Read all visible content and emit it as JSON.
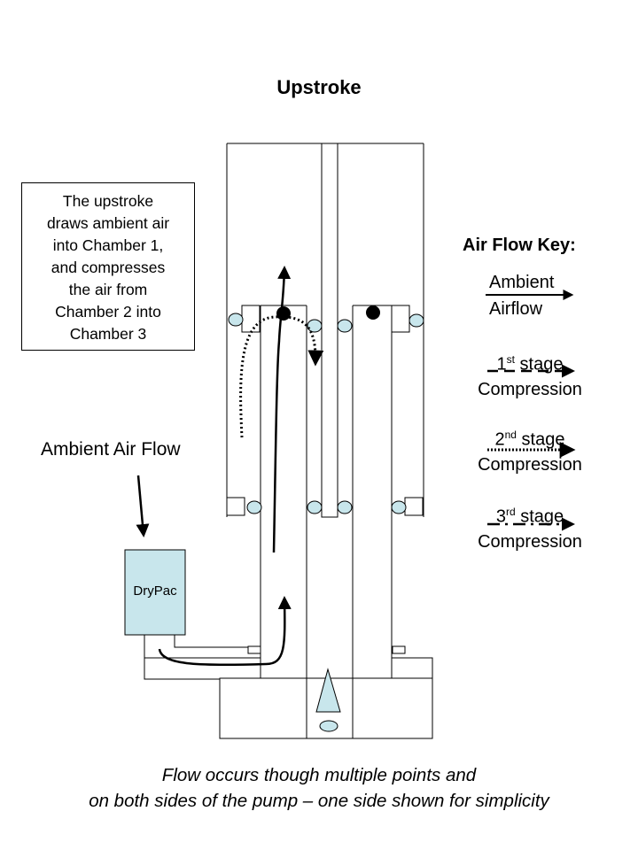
{
  "title": "Upstroke",
  "description": "The upstroke\ndraws ambient air\ninto Chamber 1,\nand compresses\nthe air from\nChamber 2 into\nChamber 3",
  "ambient_label": "Ambient Air Flow",
  "drypac_label": "DryPac",
  "key": {
    "title": "Air Flow Key:",
    "ambient_line1": "Ambient",
    "ambient_line2": "Airflow",
    "stage1_ord": "1",
    "stage1_sup": "st",
    "stage1_word": "stage",
    "stage2_ord": "2",
    "stage2_sup": "nd",
    "stage2_word": "stage",
    "stage3_ord": "3",
    "stage3_sup": "rd",
    "stage3_word": "stage",
    "compression": "Compression"
  },
  "footer": {
    "line1": "Flow occurs though multiple points and",
    "line2": "on both sides of the pump – one side shown for simplicity"
  },
  "colors": {
    "fill_light": "#c8e6ec",
    "stroke": "#000000"
  }
}
